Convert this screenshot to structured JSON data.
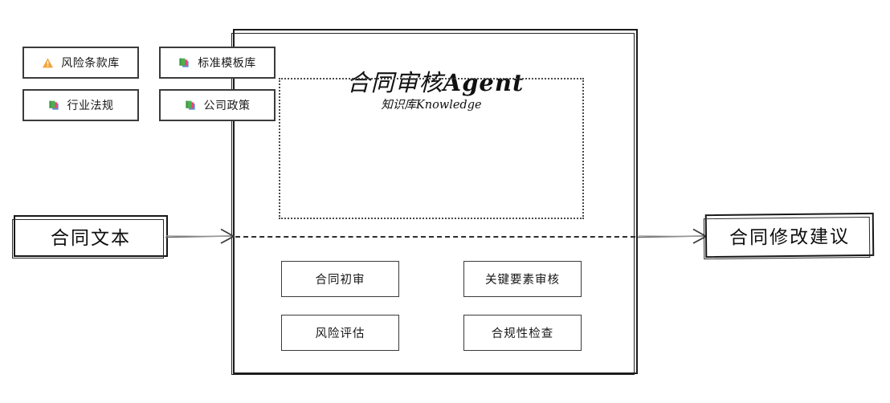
{
  "agent": {
    "title_cn": "合同审核",
    "title_latin": "Agent"
  },
  "knowledge": {
    "title_cn": "知识库",
    "title_latin": "Knowledge",
    "items": [
      {
        "label": "风险条款库",
        "icon": "warning-triangle-icon",
        "icon_color": "#F2A63B"
      },
      {
        "label": "标准模板库",
        "icon": "layers-icon",
        "icon_color": "#4CAF50"
      },
      {
        "label": "行业法规",
        "icon": "layers-icon",
        "icon_color": "#4CAF50"
      },
      {
        "label": "公司政策",
        "icon": "layers-icon",
        "icon_color": "#4CAF50"
      }
    ]
  },
  "process": {
    "items": [
      {
        "label": "合同初审"
      },
      {
        "label": "关键要素审核"
      },
      {
        "label": "风险评估"
      },
      {
        "label": "合规性检查"
      }
    ]
  },
  "io": {
    "input_label": "合同文本",
    "output_label": "合同修改建议"
  },
  "connectors": {
    "input_arrow": "arrow-right-icon",
    "output_arrow": "arrow-right-icon",
    "flow_line": "dashed-flow-line"
  },
  "colors": {
    "stroke": "#1b1b1b",
    "box_stroke": "#3b3b3b",
    "dotted_stroke": "#4a4a4a",
    "connector": "#5a5a5a",
    "warning": "#F2A63B",
    "layer_green": "#4CAF50",
    "layer_pink": "#E8447A",
    "layer_blue": "#5B8FD6",
    "background": "#FFFFFF"
  }
}
